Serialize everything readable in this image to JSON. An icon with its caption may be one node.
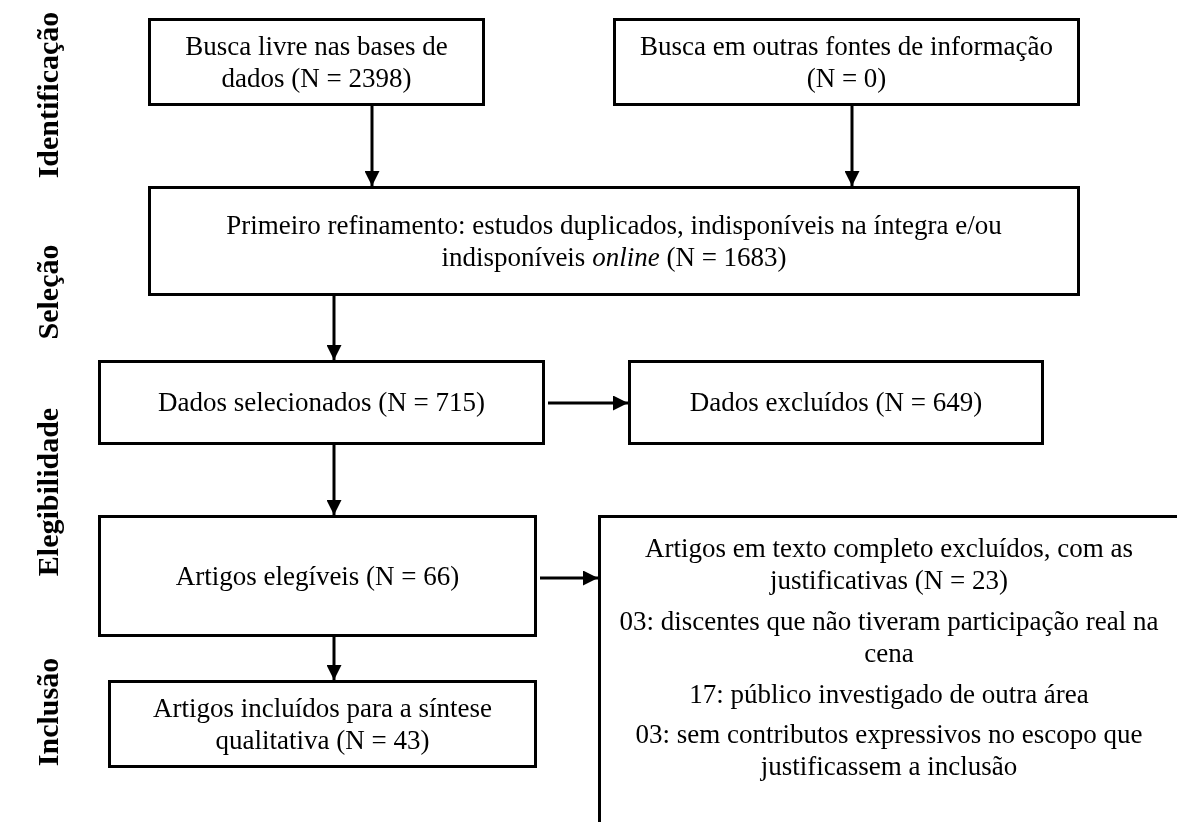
{
  "diagram": {
    "nodes": [
      {
        "text": [
          "Busca livre nas bases de dados (N = 2398)"
        ]
      },
      {
        "text": [
          "Busca em outras fontes de informação (N = 0)"
        ]
      },
      {
        "text": [
          "Primeiro refinamento: estudos duplicados, indisponíveis na íntegra e/ou indisponíveis *online* (N = 1683)"
        ]
      },
      {
        "text": [
          "Dados selecionados (N = 715)"
        ]
      },
      {
        "text": [
          "Dados excluídos (N = 649)"
        ]
      },
      {
        "text": [
          "Artigos elegíveis (N = 66)"
        ]
      },
      {
        "text": [
          "Artigos incluídos para a síntese qualitativa (N = 43)"
        ]
      },
      {
        "text": [
          "Artigos em texto completo excluídos, com as justificativas (N = 23)",
          "03: discentes que não tiveram participação real na cena",
          "17: público investigado de outra área",
          "03: sem contributos expressivos no escopo que justificassem a inclusão"
        ]
      }
    ],
    "edges": [
      {
        "from": 0,
        "to": 2,
        "arrow": "to"
      },
      {
        "from": 1,
        "to": 2,
        "arrow": "to"
      },
      {
        "from": 2,
        "to": 3,
        "arrow": "to"
      },
      {
        "from": 3,
        "to": 4,
        "arrow": "to"
      },
      {
        "from": 3,
        "to": 5,
        "arrow": "to"
      },
      {
        "from": 5,
        "to": 7,
        "arrow": "to"
      },
      {
        "from": 5,
        "to": 6,
        "arrow": "to"
      }
    ],
    "labels": [
      "Identificação",
      "Seleção",
      "Elegibilidade",
      "Inclusão"
    ]
  }
}
